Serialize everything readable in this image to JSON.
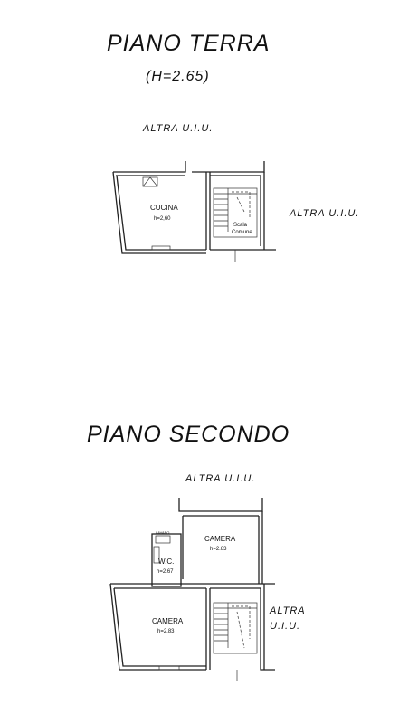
{
  "ground_floor": {
    "title": "PIANO TERRA",
    "height_note": "(H=2.65)",
    "neighbor_top": "ALTRA U.I.U.",
    "neighbor_right": "ALTRA U.I.U.",
    "kitchen_label": "CUCINA",
    "kitchen_height": "h=2,60",
    "stair_label_1": "Scala",
    "stair_label_2": "Comune"
  },
  "second_floor": {
    "title": "PIANO SECONDO",
    "neighbor_top": "ALTRA U.I.U.",
    "neighbor_right_1": "ALTRA",
    "neighbor_right_2": "U.I.U.",
    "bedroom1_label": "CAMERA",
    "bedroom1_height": "h=2.83",
    "wc_label": "W.C.",
    "wc_height": "h=2.67",
    "bedroom2_label": "CAMERA",
    "bedroom2_height": "h=2.83",
    "fixture_label": "LAVABO"
  }
}
